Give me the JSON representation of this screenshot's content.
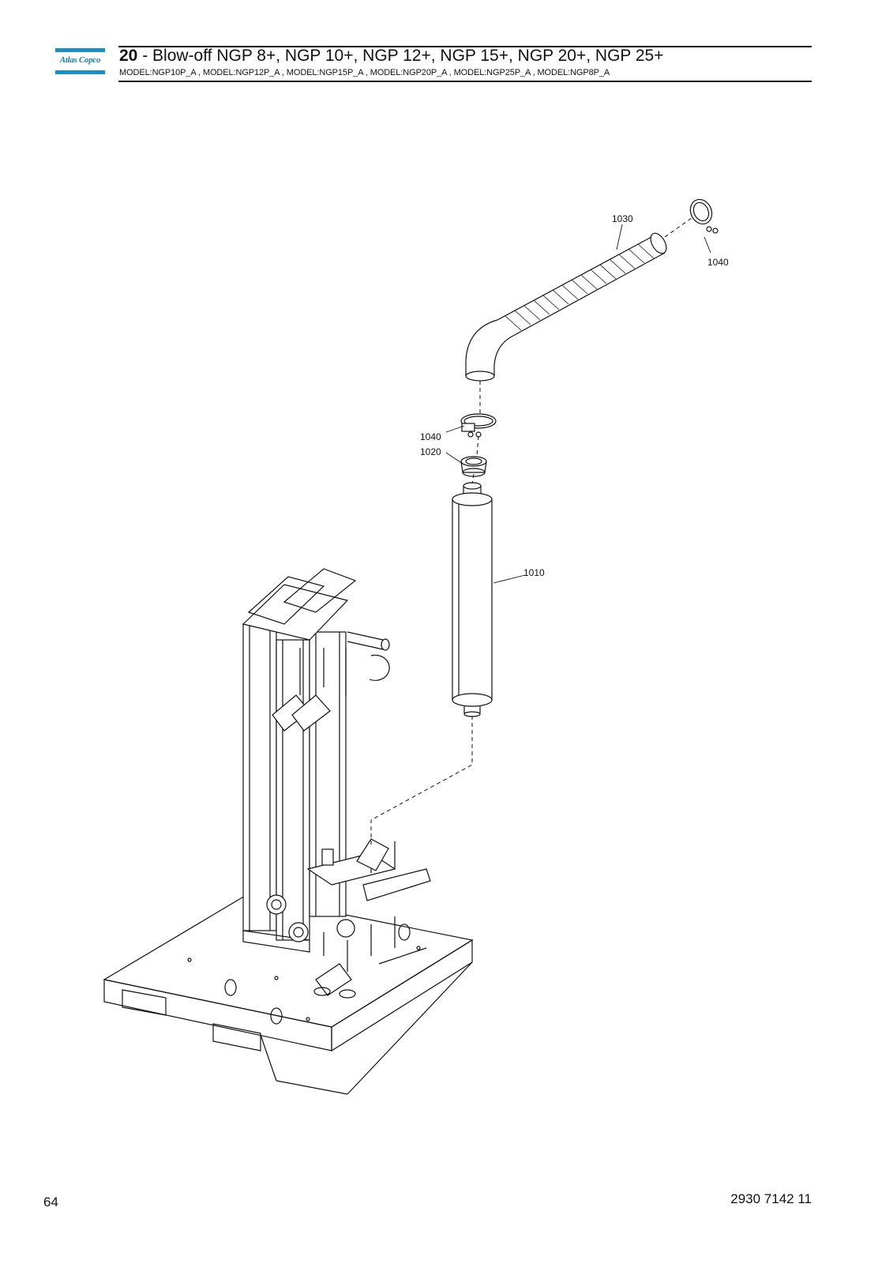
{
  "brand": {
    "logo_text": "Atlas Copco",
    "accent_color": "#1a8fc4"
  },
  "header": {
    "section_number": "20",
    "title": " - Blow-off NGP 8+, NGP 10+, NGP 12+, NGP 15+, NGP 20+, NGP 25+",
    "models": "MODEL:NGP10P_A , MODEL:NGP12P_A , MODEL:NGP15P_A , MODEL:NGP20P_A , MODEL:NGP25P_A , MODEL:NGP8P_A"
  },
  "callouts": {
    "hose": "1030",
    "clamp_top": "1040",
    "clamp_mid": "1040",
    "adapter": "1020",
    "silencer": "1010"
  },
  "footer": {
    "page_number": "64",
    "document_number": "2930 7142 11"
  }
}
